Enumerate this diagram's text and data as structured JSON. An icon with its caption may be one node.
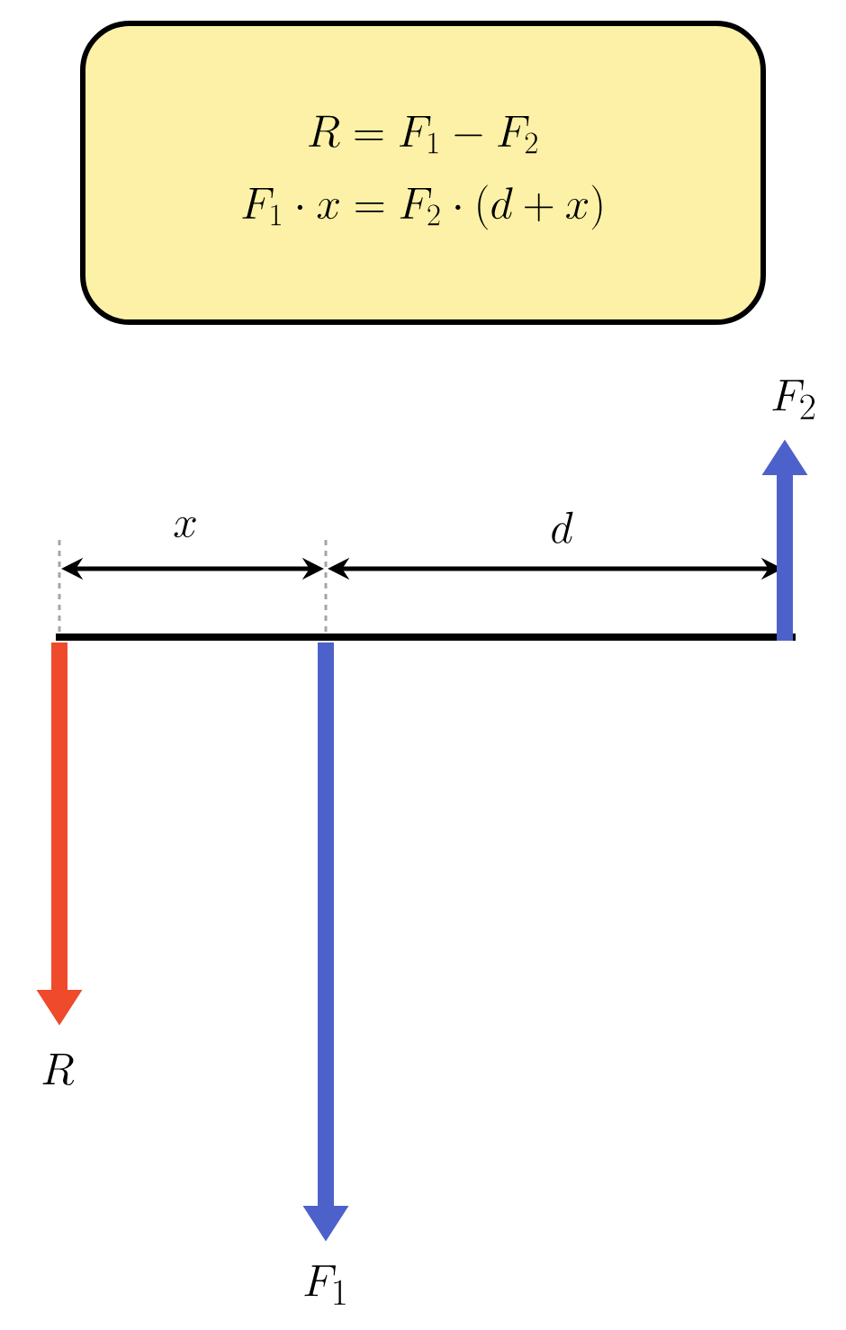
{
  "diagram": {
    "nodes": [
      {
        "text": [
          "R = F_1 - F_2",
          "F_1 \\cdot x = F_2 \\cdot (d + x)"
        ]
      }
    ],
    "labels": [
      "F_2",
      "x",
      "d",
      "R",
      "F_1"
    ]
  }
}
